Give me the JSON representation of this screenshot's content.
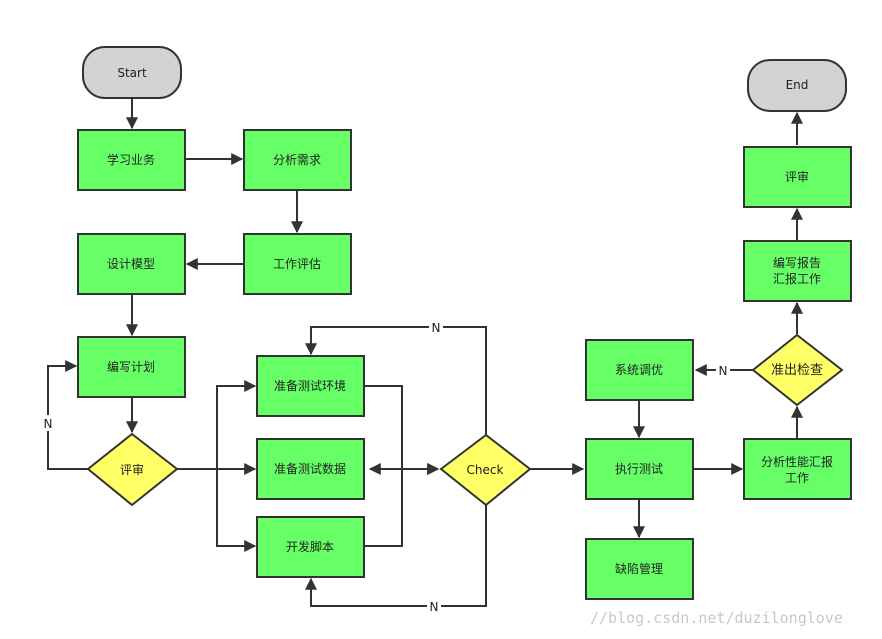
{
  "colors": {
    "process": "#66ff66",
    "decision": "#ffff66",
    "terminal": "#d3d3d3",
    "line": "#333333"
  },
  "nodes": {
    "start": "Start",
    "learn": "学习业务",
    "analyze": "分析需求",
    "estimate": "工作评估",
    "design": "设计模型",
    "plan": "编写计划",
    "review1": "评审",
    "env": "准备测试环境",
    "data": "准备测试数据",
    "script": "开发脚本",
    "check": "Check",
    "tune": "系统调优",
    "execute": "执行测试",
    "defect": "缺陷管理",
    "perf": [
      "分析性能汇报",
      "工作"
    ],
    "exit_check": "准出检查",
    "report": [
      "编写报告",
      "汇报工作"
    ],
    "review2": "评审",
    "end": "End"
  },
  "edge_labels": {
    "review1_no": "N",
    "check_no_env": "N",
    "check_no_script": "N",
    "exit_no": "N"
  },
  "watermark": "//blog.csdn.net/duzilonglove"
}
